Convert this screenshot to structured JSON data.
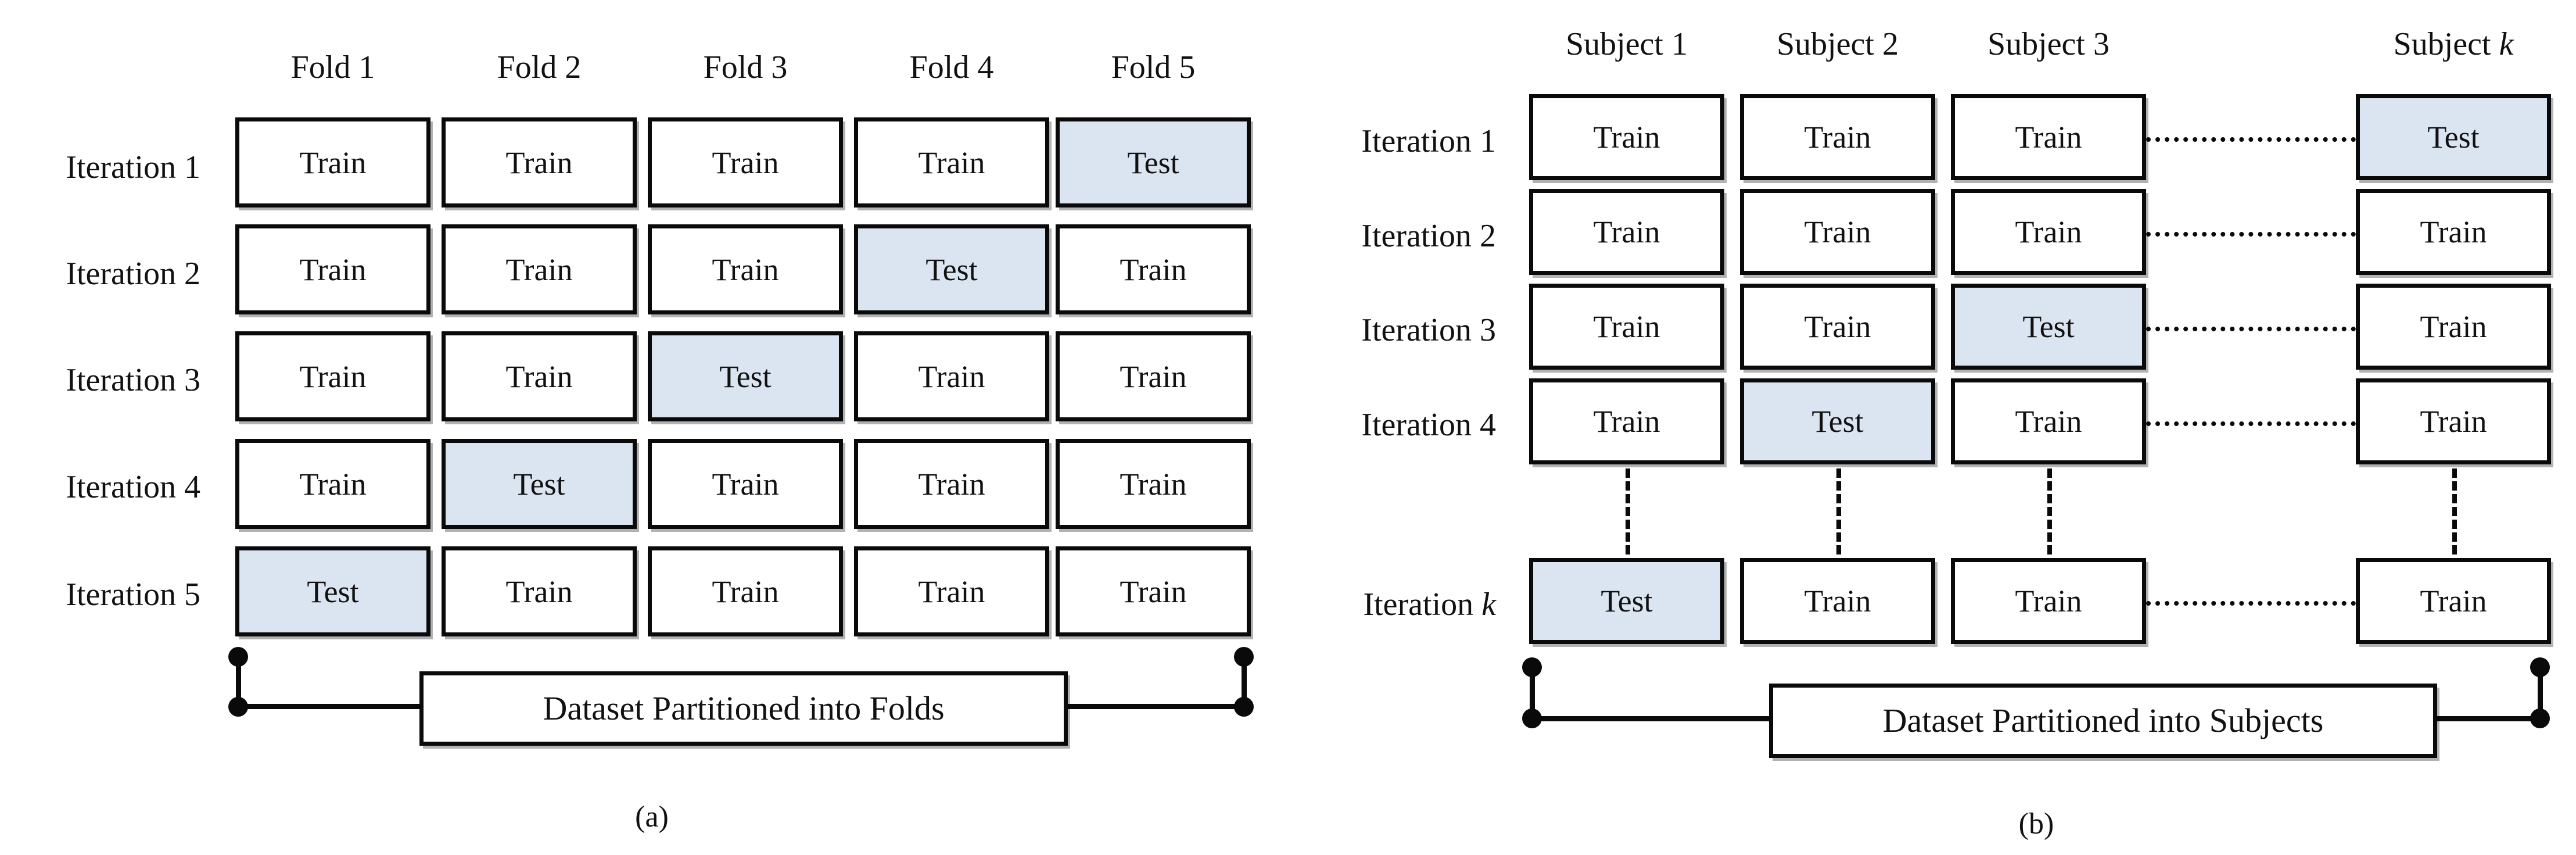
{
  "figure": {
    "background_color": "#ffffff",
    "ink_color": "#0a0a0a",
    "test_cell_color": "#dbe5f1",
    "train_cell_color": "#ffffff"
  },
  "panel_a": {
    "subcaption": "(a)",
    "partition_label": "Dataset Partitioned into Folds",
    "column_headers": [
      "Fold 1",
      "Fold 2",
      "Fold 3",
      "Fold 4",
      "Fold 5"
    ],
    "row_labels": [
      "Iteration 1",
      "Iteration 2",
      "Iteration 3",
      "Iteration 4",
      "Iteration 5"
    ],
    "cells": [
      [
        "Train",
        "Train",
        "Train",
        "Train",
        "Test"
      ],
      [
        "Train",
        "Train",
        "Train",
        "Test",
        "Train"
      ],
      [
        "Train",
        "Train",
        "Test",
        "Train",
        "Train"
      ],
      [
        "Train",
        "Test",
        "Train",
        "Train",
        "Train"
      ],
      [
        "Test",
        "Train",
        "Train",
        "Train",
        "Train"
      ]
    ]
  },
  "panel_b": {
    "subcaption": "(b)",
    "partition_label": "Dataset Partitioned into Subjects",
    "column_headers": [
      "Subject 1",
      "Subject 2",
      "Subject 3",
      "Subject k"
    ],
    "column_header_italic_suffix": [
      "",
      "",
      "",
      "k"
    ],
    "row_labels": [
      "Iteration 1",
      "Iteration 2",
      "Iteration 3",
      "Iteration 4",
      "Iteration k"
    ],
    "row_label_italic_suffix": [
      "",
      "",
      "",
      "",
      "k"
    ],
    "cells": [
      [
        "Train",
        "Train",
        "Train",
        "Test"
      ],
      [
        "Train",
        "Train",
        "Train",
        "Train"
      ],
      [
        "Train",
        "Train",
        "Test",
        "Train"
      ],
      [
        "Train",
        "Test",
        "Train",
        "Train"
      ],
      [
        "Test",
        "Train",
        "Train",
        "Train"
      ]
    ]
  }
}
